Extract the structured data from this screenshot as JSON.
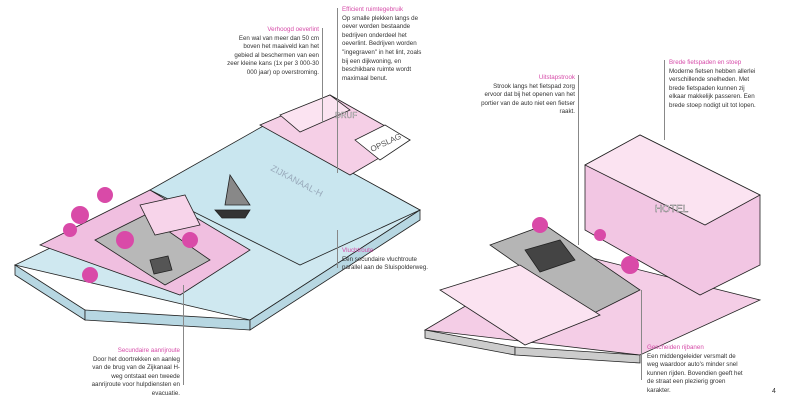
{
  "annotations": {
    "verhoogd": {
      "title": "Verhoogd oeverlint",
      "body": "Een wal van meer dan 50 cm boven het maaiveld kan het gebied al beschermen van een zeer kleine kans (1x per 3 000-30 000 jaar) op overstroming."
    },
    "efficient": {
      "title": "Efficient ruimtegebruik",
      "body": "Op smalle plekken langs de oever worden bestaande bedrijven onderdeel het oeverlint. Bedrijven worden \"ingegraven\" in het lint, zoals bij een dijkwoning, en beschikbare ruimte wordt maximaal benut."
    },
    "vluchtroute": {
      "title": "Vluchtroute",
      "body": "Een secundaire vluchtroute parallel aan de Sluispolderweg."
    },
    "secundaire": {
      "title": "Secundaire aanrijroute",
      "body": "Door het doortrekken en aanleg van de brug van de Zijkanaal H-weg ontstaat een tweede aanrijroute voor hulpdiensten en evacuatie."
    },
    "uitstap": {
      "title": "Uitstapstrook",
      "body": "Strook langs het fietspad zorg ervoor dat bij het openen van het portier van de auto niet een fietser raakt."
    },
    "brede": {
      "title": "Brede fietspaden en stoep",
      "body": "Moderne fietsen hebben allerlei verschillende snelheden. Met brede fietspaden kunnen zij elkaar makkelijk passeren. Een brede stoep nodigt uit tot lopen."
    },
    "gescheiden": {
      "title": "Gescheiden rijbanen",
      "body": "Een middengeleider versmalt de weg waardoor auto's minder snel kunnen rijden. Bovendien geeft het de straat een plezierig groen karakter."
    }
  },
  "illustration_labels": {
    "canal": "ZIJKANAAL-H",
    "building1": "DRUF",
    "building2": "OPSLAG",
    "hotel": "HOTEL"
  },
  "page_number": "4",
  "colors": {
    "accent": "#d64ba8",
    "pink": "#f2c6e3",
    "water": "#c9e6ef",
    "road": "#b5b5b5"
  }
}
